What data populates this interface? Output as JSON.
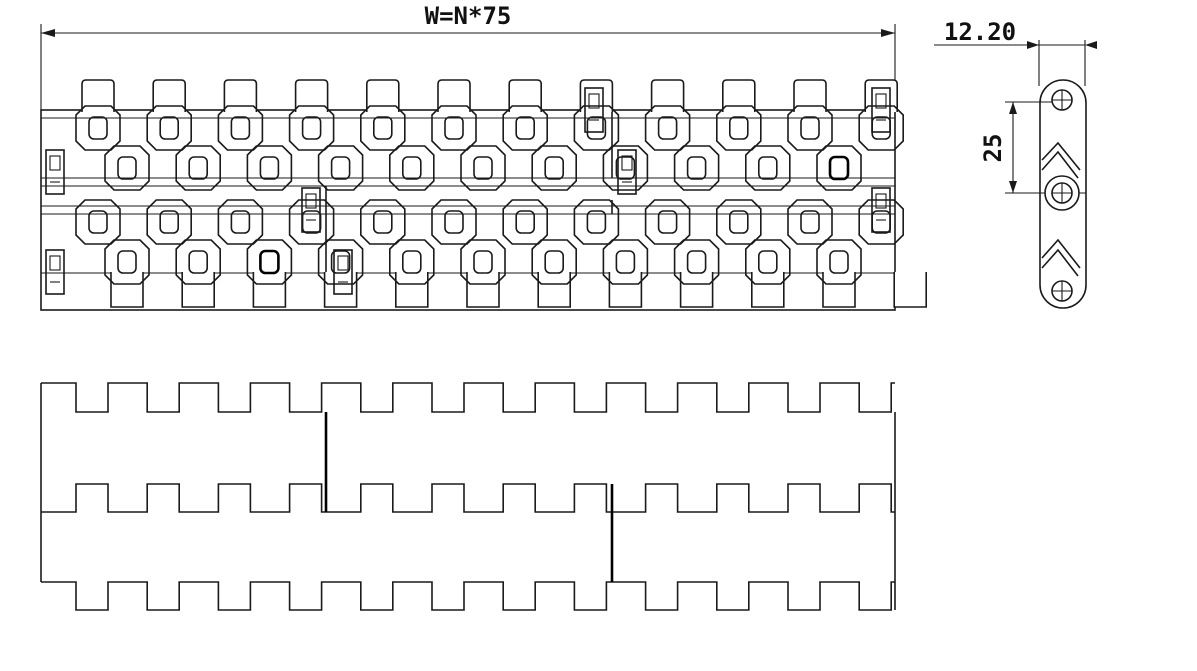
{
  "drawing": {
    "width_dimension": "W=N*75",
    "thickness_dimension": "12.20",
    "pitch_dimension": "25"
  },
  "colors": {
    "line": "#1a1a1a",
    "background": "#ffffff"
  }
}
